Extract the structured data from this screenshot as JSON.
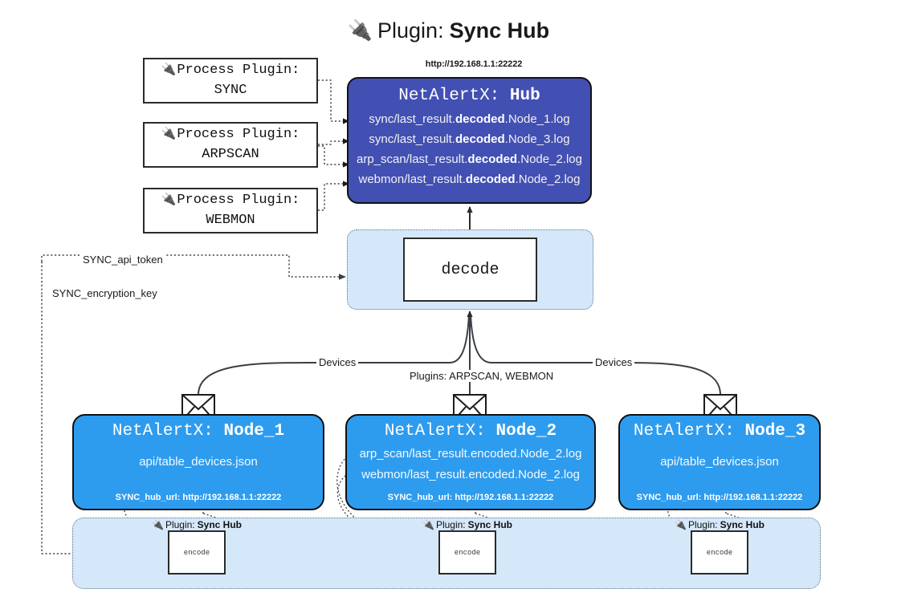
{
  "title": {
    "icon": "plug-icon",
    "prefix": "Plugin:",
    "name": "Sync Hub"
  },
  "process_plugins": [
    {
      "icon": "plug-icon",
      "line1": "Process Plugin:",
      "line2": "SYNC"
    },
    {
      "icon": "plug-icon",
      "line1": "Process Plugin:",
      "line2": "ARPSCAN"
    },
    {
      "icon": "plug-icon",
      "line1": "Process Plugin:",
      "line2": "WEBMON"
    }
  ],
  "hub": {
    "url": "http://192.168.1.1:22222",
    "title_prefix": "NetAlertX:",
    "title_name": "Hub",
    "logs": [
      {
        "pre": "sync/last_result.",
        "mid": "decoded",
        "post": ".Node_1.log"
      },
      {
        "pre": "sync/last_result.",
        "mid": "decoded",
        "post": ".Node_3.log"
      },
      {
        "pre": "arp_scan/last_result.",
        "mid": "decoded",
        "post": ".Node_2.log"
      },
      {
        "pre": "webmon/last_result.",
        "mid": "decoded",
        "post": ".Node_2.log"
      }
    ]
  },
  "decode": {
    "label": "decode"
  },
  "secrets": {
    "api_token": "SYNC_api_token",
    "encryption_key": "SYNC_encryption_key"
  },
  "edges": {
    "devices_left": "Devices",
    "devices_right": "Devices",
    "plugins_center": "Plugins: ARPSCAN, WEBMON"
  },
  "nodes": [
    {
      "title_prefix": "NetAlertX:",
      "title_name": "Node_1",
      "lines": [
        "api/table_devices.json"
      ],
      "footer": "SYNC_hub_url: http://192.168.1.1:22222",
      "icon": "envelope-icon"
    },
    {
      "title_prefix": "NetAlertX:",
      "title_name": "Node_2",
      "lines": [
        "arp_scan/last_result.encoded.Node_2.log",
        "webmon/last_result.encoded.Node_2.log"
      ],
      "footer": "SYNC_hub_url: http://192.168.1.1:22222",
      "icon": "envelope-icon"
    },
    {
      "title_prefix": "NetAlertX:",
      "title_name": "Node_3",
      "lines": [
        "api/table_devices.json"
      ],
      "footer": "SYNC_hub_url: http://192.168.1.1:22222",
      "icon": "envelope-icon"
    }
  ],
  "encoders": [
    {
      "icon": "plug-icon",
      "label_prefix": "Plugin:",
      "label_name": "Sync Hub",
      "box": "encode"
    },
    {
      "icon": "plug-icon",
      "label_prefix": "Plugin:",
      "label_name": "Sync Hub",
      "box": "encode"
    },
    {
      "icon": "plug-icon",
      "label_prefix": "Plugin:",
      "label_name": "Sync Hub",
      "box": "encode"
    }
  ],
  "colors": {
    "hub_fill": "#4350b3",
    "node_fill": "#2e9cee",
    "container_fill": "#d5e8fa",
    "stroke": "#111111",
    "page_bg": "#ffffff"
  }
}
